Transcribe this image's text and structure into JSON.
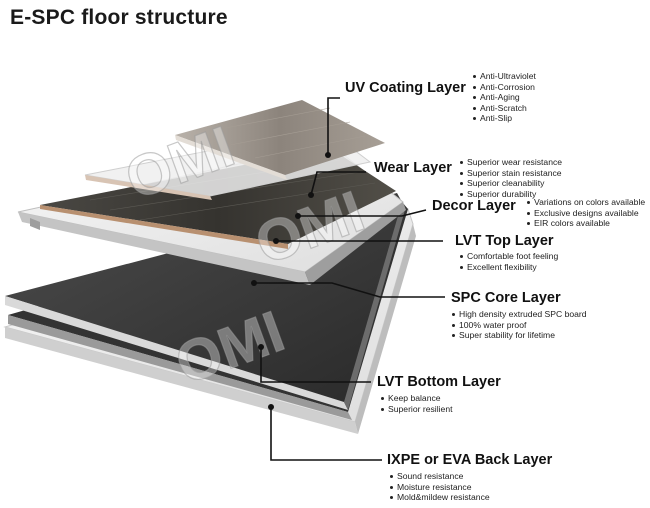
{
  "title": "E-SPC floor structure",
  "watermark": "OMI",
  "layers": [
    {
      "name": "UV Coating Layer",
      "features": [
        "Anti-Ultraviolet",
        "Anti-Corrosion",
        "Anti-Aging",
        "Anti-Scratch",
        "Anti-Slip"
      ]
    },
    {
      "name": "Wear Layer",
      "features": [
        "Superior wear resistance",
        "Superior stain resistance",
        "Superior cleanability",
        "Superior durability"
      ]
    },
    {
      "name": "Decor Layer",
      "features": [
        "Variations on colors available",
        "Exclusive designs available",
        "EIR colors available"
      ]
    },
    {
      "name": "LVT Top Layer",
      "features": [
        "Comfortable foot feeling",
        "Excellent flexibility"
      ]
    },
    {
      "name": "SPC Core Layer",
      "features": [
        "High density extruded SPC board",
        "100% water proof",
        "Super stability for lifetime"
      ]
    },
    {
      "name": "LVT Bottom Layer",
      "features": [
        "Keep balance",
        "Superior resilient"
      ]
    },
    {
      "name": "IXPE or EVA Back Layer",
      "features": [
        "Sound resistance",
        "Moisture resistance",
        "Mold&mildew resistance"
      ]
    }
  ]
}
